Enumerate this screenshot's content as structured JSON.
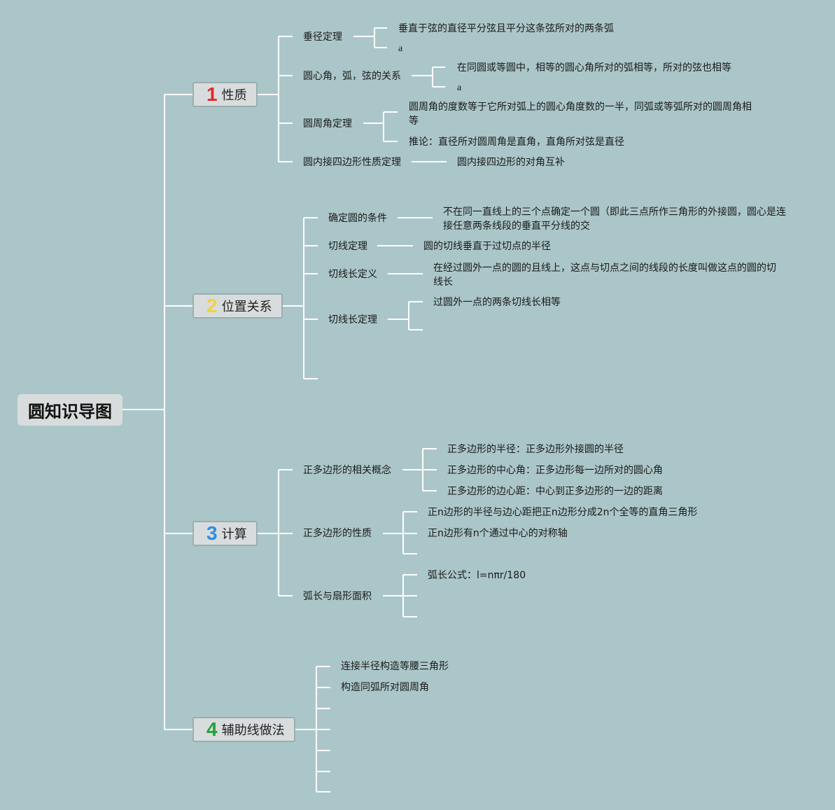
{
  "root": "圆知识导图",
  "branches": [
    {
      "number": "1",
      "number_color": "#e02a2a",
      "label": "性质",
      "topics": [
        {
          "label": "垂径定理",
          "details": [
            "垂直于弦的直径平分弦且平分这条弦所对的两条弧",
            "a"
          ]
        },
        {
          "label": "圆心角，弧，弦的关系",
          "details": [
            "在同圆或等圆中，相等的圆心角所对的弧相等，所对的弦也相等",
            "a"
          ]
        },
        {
          "label": "圆周角定理",
          "details": [
            "圆周角的度数等于它所对弧上的圆心角度数的一半，同弧或等弧所对的圆周角相等",
            "推论：直径所对圆周角是直角，直角所对弦是直径"
          ]
        },
        {
          "label": "圆内接四边形性质定理",
          "details": [
            "圆内接四边形的对角互补"
          ]
        }
      ]
    },
    {
      "number": "2",
      "number_color": "#f2d23c",
      "label": "位置关系",
      "topics": [
        {
          "label": "确定圆的条件",
          "details": [
            "不在同一直线上的三个点确定一个圆（即此三点所作三角形的外接圆，圆心是连接任意两条线段的垂直平分线的交"
          ]
        },
        {
          "label": "切线定理",
          "details": [
            "圆的切线垂直于过切点的半径"
          ]
        },
        {
          "label": "切线长定义",
          "details": [
            "在经过圆外一点的圆的且线上，这点与切点之间的线段的长度叫做这点的圆的切线长"
          ]
        },
        {
          "label": "切线长定理",
          "details": [
            "过圆外一点的两条切线长相等"
          ]
        }
      ]
    },
    {
      "number": "3",
      "number_color": "#2b8fe0",
      "label": "计算",
      "topics": [
        {
          "label": "正多边形的相关概念",
          "details": [
            "正多边形的半径：正多边形外接圆的半径",
            "正多边形的中心角：正多边形每一边所对的圆心角",
            "正多边形的边心距：中心到正多边形的一边的距离"
          ]
        },
        {
          "label": "正多边形的性质",
          "details": [
            "正n边形的半径与边心距把正n边形分成2n个全等的直角三角形",
            "正n边形有n个通过中心的对称轴"
          ]
        },
        {
          "label": "弧长与扇形面积",
          "details": [
            "弧长公式：l=nπr/180"
          ]
        }
      ]
    },
    {
      "number": "4",
      "number_color": "#23a03a",
      "label": "辅助线做法",
      "topics": [
        {
          "label": "连接半径构造等腰三角形"
        },
        {
          "label": "构造同弧所对圆周角"
        }
      ]
    }
  ]
}
